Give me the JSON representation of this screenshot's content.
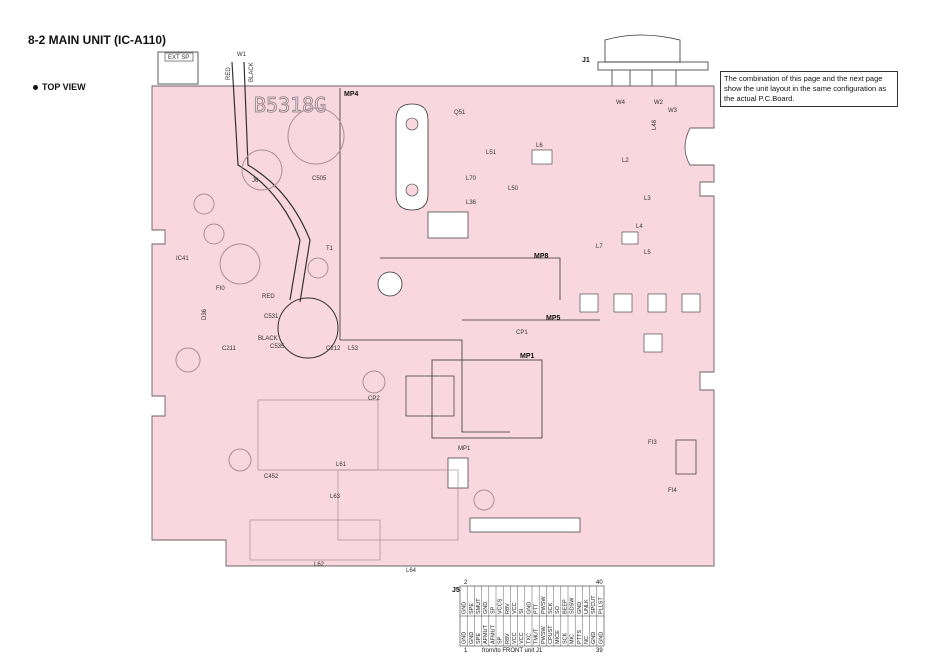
{
  "title": "8-2 MAIN UNIT (IC-A110)",
  "view_label": "TOP VIEW",
  "note": "The combination of this page and the next page show the unit layout in the same configuration as the actual P.C.Board.",
  "board_marking": "B5318G",
  "connectors": {
    "ext_sp": "EXT SP",
    "j1": "J1",
    "j5": "J5",
    "w1": "W1",
    "red": "RED",
    "black": "BLACK",
    "w2": "W2",
    "w3": "W3",
    "w4": "W4"
  },
  "component_labels": [
    "MP4",
    "Q51",
    "L51",
    "L6",
    "L2",
    "L70",
    "L50",
    "L3",
    "L36",
    "L4",
    "L7",
    "L5",
    "L48",
    "J6",
    "C505",
    "T1",
    "IC41",
    "FI0",
    "RED",
    "C531",
    "BLACK",
    "C535",
    "C212",
    "L53",
    "D36",
    "C211",
    "MP8",
    "MP5",
    "CP1",
    "MP1",
    "CP2",
    "FI3",
    "MP1",
    "L61",
    "FI4",
    "C452",
    "L63",
    "L62",
    "L64"
  ],
  "j5_header": {
    "left_top": "2",
    "right_top": "40",
    "left_bottom": "1",
    "right_bottom": "39",
    "caption": "from/to FRONT unit J1",
    "top_row": [
      "GND",
      "SPE",
      "SMUT",
      "GND",
      "SP",
      "VCCS",
      "R8V",
      "VCC",
      "SI",
      "GND",
      "PTT",
      "PWSW",
      "SCK",
      "SO",
      "BEEP",
      "SDSW",
      "GND",
      "UNLK",
      "SPCUT",
      "PLLST"
    ],
    "bottom_row": [
      "GND",
      "GND",
      "SPE",
      "AFMUT",
      "AFMUT",
      "SP",
      "R8V",
      "VCC",
      "VCC",
      "TXC",
      "TMUT",
      "PWSW",
      "CPUST",
      "MICE",
      "SCK",
      "MIC",
      "PTTS",
      "NC",
      "GND",
      "GND"
    ]
  }
}
